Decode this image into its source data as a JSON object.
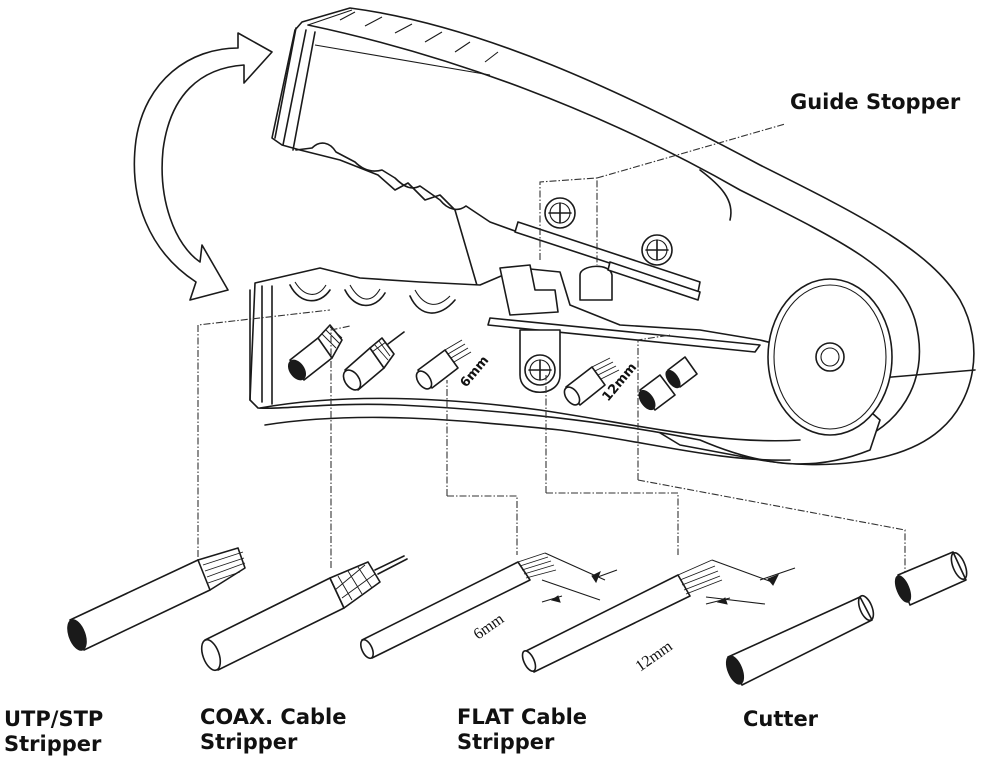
{
  "diagram": {
    "title": "Cable stripper tool – function diagram",
    "callout": "Guide Stopper",
    "in_tool_marks": {
      "flat_short": "6mm",
      "flat_long": "12mm"
    },
    "dimensions": {
      "flat_short": "6mm",
      "flat_long": "12mm"
    },
    "labels": [
      {
        "id": "utp",
        "line1": "UTP/STP",
        "line2": "Stripper"
      },
      {
        "id": "coax",
        "line1": "COAX. Cable",
        "line2": "Stripper"
      },
      {
        "id": "flat",
        "line1": "FLAT Cable",
        "line2": "Stripper"
      },
      {
        "id": "cutter",
        "line1": "Cutter",
        "line2": ""
      }
    ],
    "icons": [
      "rotation-arrow-icon",
      "screw-icon",
      "pivot-icon"
    ],
    "colors": {
      "line": "#1a1a1a",
      "background": "#ffffff"
    }
  }
}
